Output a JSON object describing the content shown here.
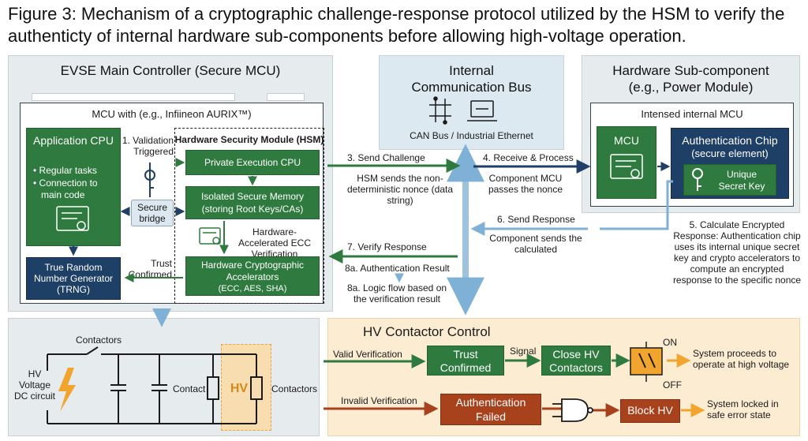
{
  "title": "Figure 3: Mechanism of a cryptographic challenge-response protocol utilized by the HSM to verify the authenticty of internal hardware sub-components before allowing high-voltage operation.",
  "evse": {
    "header": "EVSE Main Controller (Secure MCU)",
    "mcu_label": "MCU with (e.g., Infiineon AURIX™)",
    "app_cpu": {
      "title": "Application CPU",
      "bullet1": "• Regular tasks",
      "bullet2": "• Connection to",
      "bullet2b": "main code"
    },
    "validation": "1. Validation Triggered",
    "secure_bridge": "Secure bridge",
    "trng": "True Random Number Generator (TRNG)",
    "trust_confirmed": "Trust Confirmed",
    "hsm": {
      "title": "Hardware Security Module (HSM)",
      "private_cpu": "Private Execution CPU",
      "memory_line1": "Isolated Secure Memory",
      "memory_line2": "(storing Root Keys/CAs)",
      "ecc_verification": "Hardware-Accelerated ECC Verification",
      "accel_line1": "Hardware Cryptographic",
      "accel_line2": "Accelerators",
      "accel_line3": "(ECC, AES, SHA)"
    }
  },
  "bus": {
    "header_line1": "Internal",
    "header_line2": "Communication Bus",
    "label": "CAN Bus / Industrial Ethernet"
  },
  "steps": {
    "send_challenge": "3. Send Challenge",
    "send_challenge_desc": "HSM sends the non-deterministic nonce (data string)",
    "receive_process": "4. Receive & Process",
    "receive_process_desc": "Component MCU passes the nonce",
    "send_response": "6. Send Response",
    "send_response_desc": "Component sends the calculated",
    "verify_response": "7. Verify Response",
    "auth_result": "8a. Authentication Result",
    "logic_flow": "8a. Logic flow based on the verification result",
    "calc_encrypted": "5. Calculate Encrypted Response: Authentication chip uses its internal unique secret key and crypto accelerators to compute an encrypted response to the specific nonce"
  },
  "component": {
    "header_line1": "Hardware Sub-component",
    "header_line2": "(e.g., Power Module)",
    "inner_label": "Intensed internal MCU",
    "mcu": "MCU",
    "auth_chip_line1": "Authentication Chip",
    "auth_chip_line2": "(secure element)",
    "secret_line1": "Unique",
    "secret_line2": "Secret Key"
  },
  "circuit": {
    "contactors_top": "Contactors",
    "hv_voltage": "HV Voltage DC circuit",
    "contact": "Contact",
    "hv": "HV",
    "contactors_right": "Contactors"
  },
  "hv_control": {
    "title": "HV Contactor Control",
    "valid": "Valid Verification",
    "trust_line1": "Trust",
    "trust_line2": "Confirmed",
    "signal": "Signal",
    "close_line1": "Close HV",
    "close_line2": "Contactors",
    "on": "ON",
    "off": "OFF",
    "proceeds": "System proceeds to operate at high voltage",
    "invalid": "Invalid Verification",
    "failed_line1": "Authentication",
    "failed_line2": "Failed",
    "block": "Block HV",
    "locked": "System locked in safe error state"
  },
  "colors": {
    "green": "#2f7a3f",
    "navy": "#1e3f66",
    "rust": "#a8421d",
    "bus_blue": "#9fc3dd",
    "amber": "#f2a52e"
  }
}
